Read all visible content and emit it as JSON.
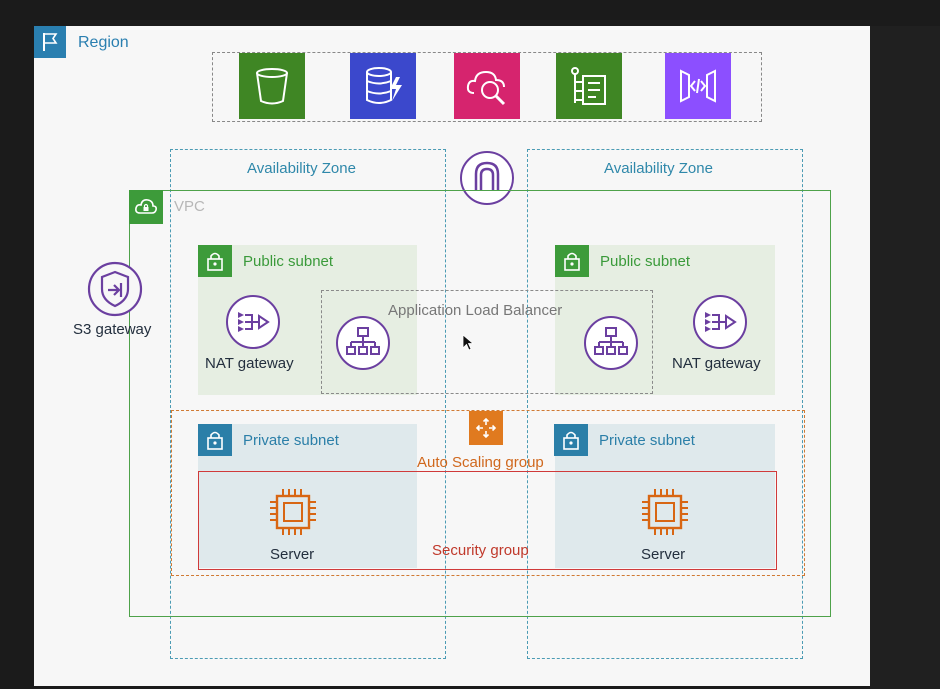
{
  "region": {
    "label": "Region"
  },
  "vpc": {
    "label": "VPC"
  },
  "availability_zones": [
    {
      "label": "Availability Zone"
    },
    {
      "label": "Availability Zone"
    }
  ],
  "services": [
    {
      "icon": "s3-bucket-icon",
      "color": "#3f8624"
    },
    {
      "icon": "dynamodb-icon",
      "color": "#3b48cc"
    },
    {
      "icon": "cloudwatch-icon",
      "color": "#d6246e"
    },
    {
      "icon": "step-functions-icon",
      "color": "#3f8624"
    },
    {
      "icon": "api-gateway-icon",
      "color": "#8c4fff"
    }
  ],
  "public_subnets": [
    {
      "label": "Public subnet"
    },
    {
      "label": "Public subnet"
    }
  ],
  "private_subnets": [
    {
      "label": "Private subnet"
    },
    {
      "label": "Private subnet"
    }
  ],
  "nat_gateways": [
    {
      "label": "NAT gateway"
    },
    {
      "label": "NAT gateway"
    }
  ],
  "s3_gateway": {
    "label": "S3 gateway"
  },
  "load_balancer": {
    "label": "Application Load Balancer"
  },
  "auto_scaling": {
    "label": "Auto Scaling group"
  },
  "security_group": {
    "label": "Security group"
  },
  "servers": [
    {
      "label": "Server"
    },
    {
      "label": "Server"
    }
  ],
  "colors": {
    "az": "#2f88aa",
    "vpc": "#3d9b3a",
    "public": "#3a9a3a",
    "private": "#2b7fa8",
    "purple": "#6b3fa0",
    "asg": "#e07a1f",
    "security": "#c0392b",
    "compute": "#d86613"
  }
}
